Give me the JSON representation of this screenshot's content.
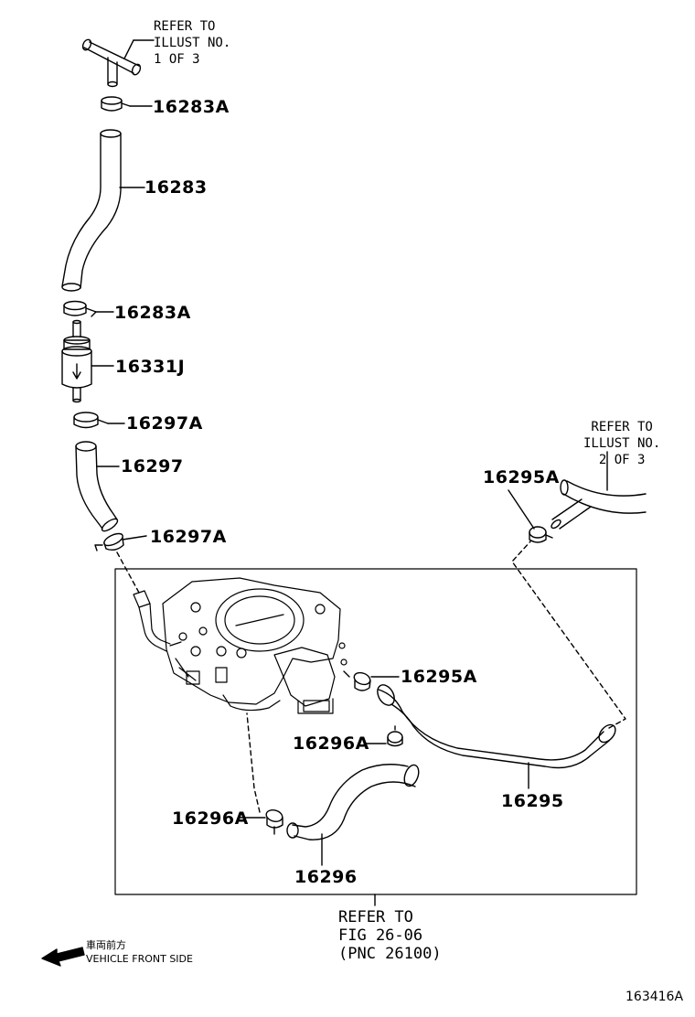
{
  "parts": {
    "p16283A_top": "16283A",
    "p16283": "16283",
    "p16283A_bottom": "16283A",
    "p16331J": "16331J",
    "p16297A_top": "16297A",
    "p16297": "16297",
    "p16297A_bottom": "16297A",
    "p16295A_right": "16295A",
    "p16295A_mid": "16295A",
    "p16295": "16295",
    "p16296A_upper": "16296A",
    "p16296A_lower": "16296A",
    "p16296": "16296"
  },
  "refer_top": [
    "REFER TO",
    "ILLUST NO.",
    "1 OF 3"
  ],
  "refer_right": [
    "REFER TO",
    "ILLUST NO.",
    "2 OF 3"
  ],
  "refer_fig": [
    "REFER TO",
    "FIG 26-06",
    "(PNC 26100)"
  ],
  "direction": {
    "japanese": "車両前方",
    "english": "VEHICLE FRONT SIDE"
  },
  "figure_number": "163416A"
}
